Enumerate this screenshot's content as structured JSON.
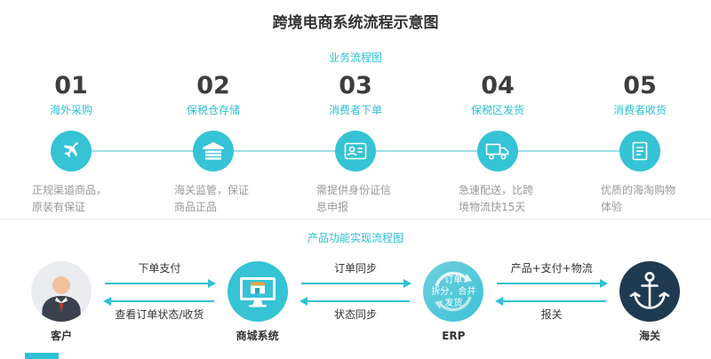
{
  "page": {
    "title": "跨境电商系统流程示意图"
  },
  "business_flow": {
    "section_title": "业务流程图",
    "steps": [
      {
        "number": "01",
        "label": "海外采购",
        "icon": "airplane-icon",
        "desc": "正规渠道商品，原装有保证"
      },
      {
        "number": "02",
        "label": "保税仓存储",
        "icon": "warehouse-icon",
        "desc": "海关监管，保证商品正品"
      },
      {
        "number": "03",
        "label": "消费者下单",
        "icon": "id-card-icon",
        "desc": "需提供身份证信息申报"
      },
      {
        "number": "04",
        "label": "保税区发货",
        "icon": "delivery-truck-icon",
        "desc": "急速配送，比跨境物流快15天"
      },
      {
        "number": "05",
        "label": "消费者收货",
        "icon": "receipt-icon",
        "desc": "优质的海淘购物体验"
      }
    ]
  },
  "product_flow": {
    "section_title": "产品功能实现流程图",
    "nodes": [
      {
        "label": "客户",
        "icon": "customer-avatar-icon"
      },
      {
        "label": "商城系统",
        "icon": "mall-monitor-icon"
      },
      {
        "label": "ERP",
        "icon": "erp-sync-icon",
        "inner_lines": [
          "订单",
          "拆分，合并",
          "发货"
        ]
      },
      {
        "label": "海关",
        "icon": "anchor-icon"
      }
    ],
    "flows": [
      {
        "forward": "下单支付",
        "backward": "查看订单状态/收货"
      },
      {
        "forward": "订单同步",
        "backward": "状态同步"
      },
      {
        "forward": "产品+支付+物流",
        "backward": "报关"
      }
    ]
  },
  "colors": {
    "accent": "#2fc2d4",
    "icon_circle": "#35c3d5",
    "connector": "#9edfe9",
    "navy": "#203a52",
    "text_dark": "#333333",
    "text_gray": "#999999"
  }
}
